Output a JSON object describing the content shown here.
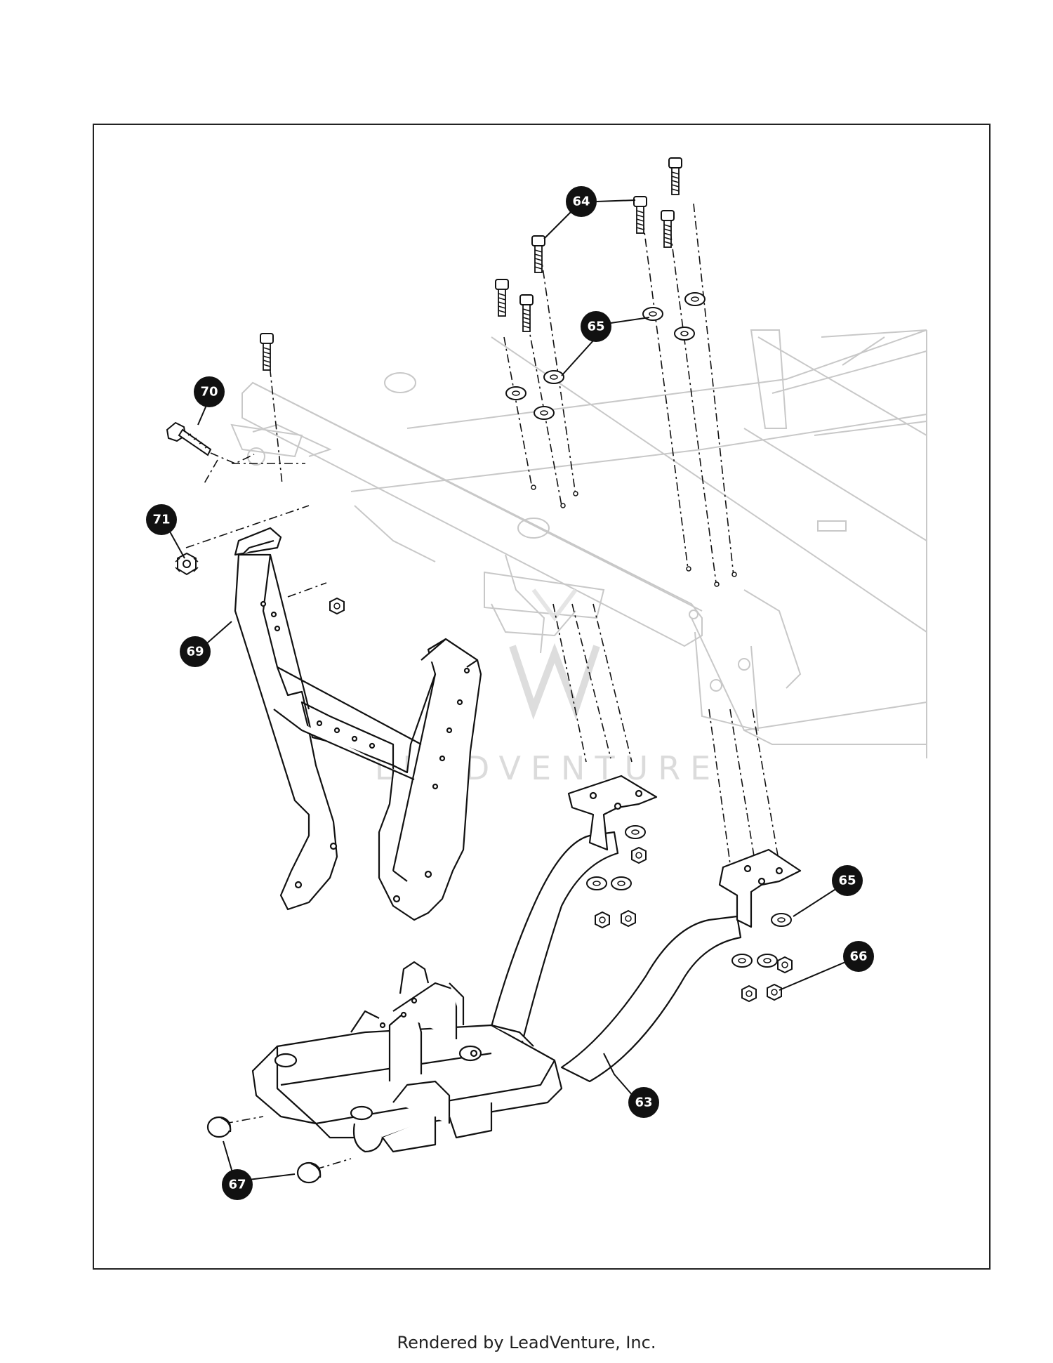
{
  "diagram": {
    "callouts": [
      {
        "label": "64"
      },
      {
        "label": "65"
      },
      {
        "label": "70"
      },
      {
        "label": "71"
      },
      {
        "label": "69"
      },
      {
        "label": "65"
      },
      {
        "label": "66"
      },
      {
        "label": "63"
      },
      {
        "label": "67"
      }
    ],
    "watermark": "LEADVENTURE",
    "colors": {
      "line": "#111111",
      "ghost": "#c8c8c8",
      "callout_fill": "#111111",
      "callout_text": "#ffffff"
    }
  },
  "footer": {
    "text": "Rendered by LeadVenture, Inc."
  }
}
